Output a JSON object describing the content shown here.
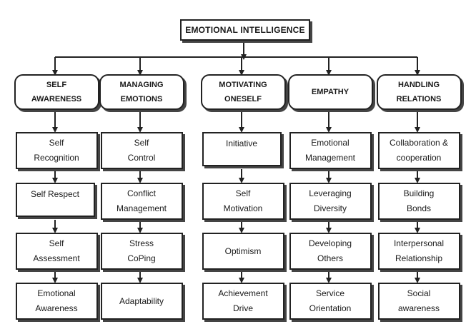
{
  "root": {
    "label": "EMOTIONAL INTELLIGENCE"
  },
  "categories": [
    {
      "label": "SELF\nAWARENESS",
      "items": [
        "Self\nRecognition",
        "Self Respect",
        "Self\nAssessment",
        "Emotional\nAwareness"
      ]
    },
    {
      "label": "MANAGING\nEMOTIONS",
      "items": [
        "Self\nControl",
        "Conflict\nManagement",
        "Stress\nCoPing",
        "Adaptability"
      ]
    },
    {
      "label": "MOTIVATING\nONESELF",
      "items": [
        "Initiative",
        "Self\nMotivation",
        "Optimism",
        "Achievement\nDrive"
      ]
    },
    {
      "label": "EMPATHY",
      "items": [
        "Emotional\nManagement",
        "Leveraging\nDiversity",
        "Developing\nOthers",
        "Service\nOrientation"
      ]
    },
    {
      "label": "HANDLING\nRELATIONS",
      "items": [
        "Collaboration &\ncooperation",
        "Building\nBonds",
        "Interpersonal\nRelationship",
        "Social\nawareness"
      ]
    }
  ]
}
